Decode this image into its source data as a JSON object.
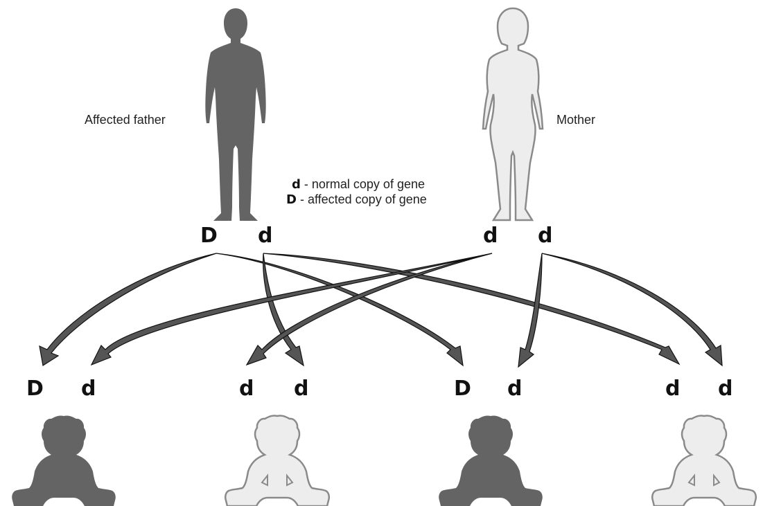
{
  "parents": {
    "father": {
      "label": "Affected father",
      "alleles": [
        "D",
        "d"
      ]
    },
    "mother": {
      "label": "Mother",
      "alleles": [
        "d",
        "d"
      ]
    }
  },
  "legend": {
    "normal": {
      "key": "d",
      "text": " - normal copy of gene"
    },
    "affected": {
      "key": "D",
      "text": " - affected copy of gene"
    }
  },
  "children": [
    {
      "alleles": [
        "D",
        "d"
      ],
      "affected": true
    },
    {
      "alleles": [
        "d",
        "d"
      ],
      "affected": false
    },
    {
      "alleles": [
        "D",
        "d"
      ],
      "affected": true
    },
    {
      "alleles": [
        "d",
        "d"
      ],
      "affected": false
    }
  ],
  "colors": {
    "affected_fill": "#646464",
    "unaffected_fill": "#ededed",
    "unaffected_stroke": "#8a8a8a",
    "arrow_fill": "#555555",
    "arrow_stroke": "#111111"
  }
}
